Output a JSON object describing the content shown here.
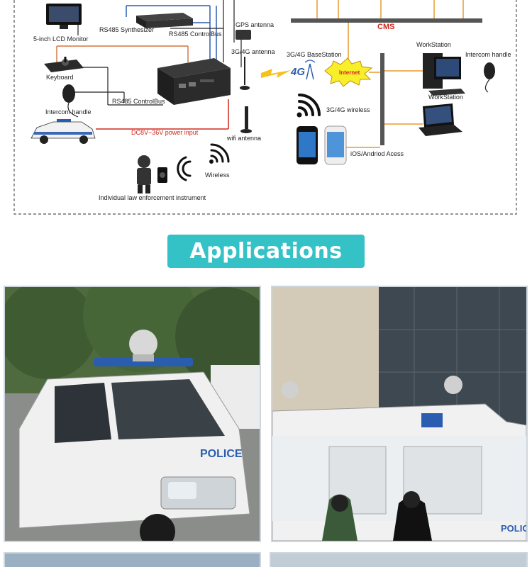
{
  "diagram": {
    "labels": {
      "lcd_monitor": "5-inch  LCD Monitor",
      "rs485_synth": "RS485 Synthesizer",
      "rs485_control_top": "RS485 ControlBus",
      "keyboard": "Keyboard",
      "rs485_control_bottom": "RS485 ControlBus",
      "intercom_left": "Intercom handle",
      "power_input": "DC8V~36V power input",
      "gps_antenna": "GPS antenna",
      "g34_antenna": "3G/4G antenna",
      "wifi_antenna": "wifi antenna",
      "wireless": "Wireless",
      "individual": "Individual law enforcement instrument",
      "cms": "CMS",
      "basestation": "3G/4G BaseStation",
      "badge_4g": "4G",
      "internet": "Internet",
      "g34_wireless": "3G/4G wireless",
      "ios_android": "iOS/Andriod Acess",
      "workstation_top": "WorkStation",
      "workstation_bottom": "WorkStation",
      "intercom_right": "Intercom handle"
    },
    "colors": {
      "line_dark": "#222222",
      "line_red": "#d0281e",
      "line_blue": "#2a5db0",
      "line_orange": "#e79a2b",
      "border_dash": "#555555"
    }
  },
  "applications": {
    "title": "Applications",
    "bar_color": "#35c2c6"
  },
  "photos": [
    {
      "name": "police-suv-photo",
      "caption": "POLICE"
    },
    {
      "name": "police-van-photo",
      "caption": "POLICE"
    }
  ]
}
